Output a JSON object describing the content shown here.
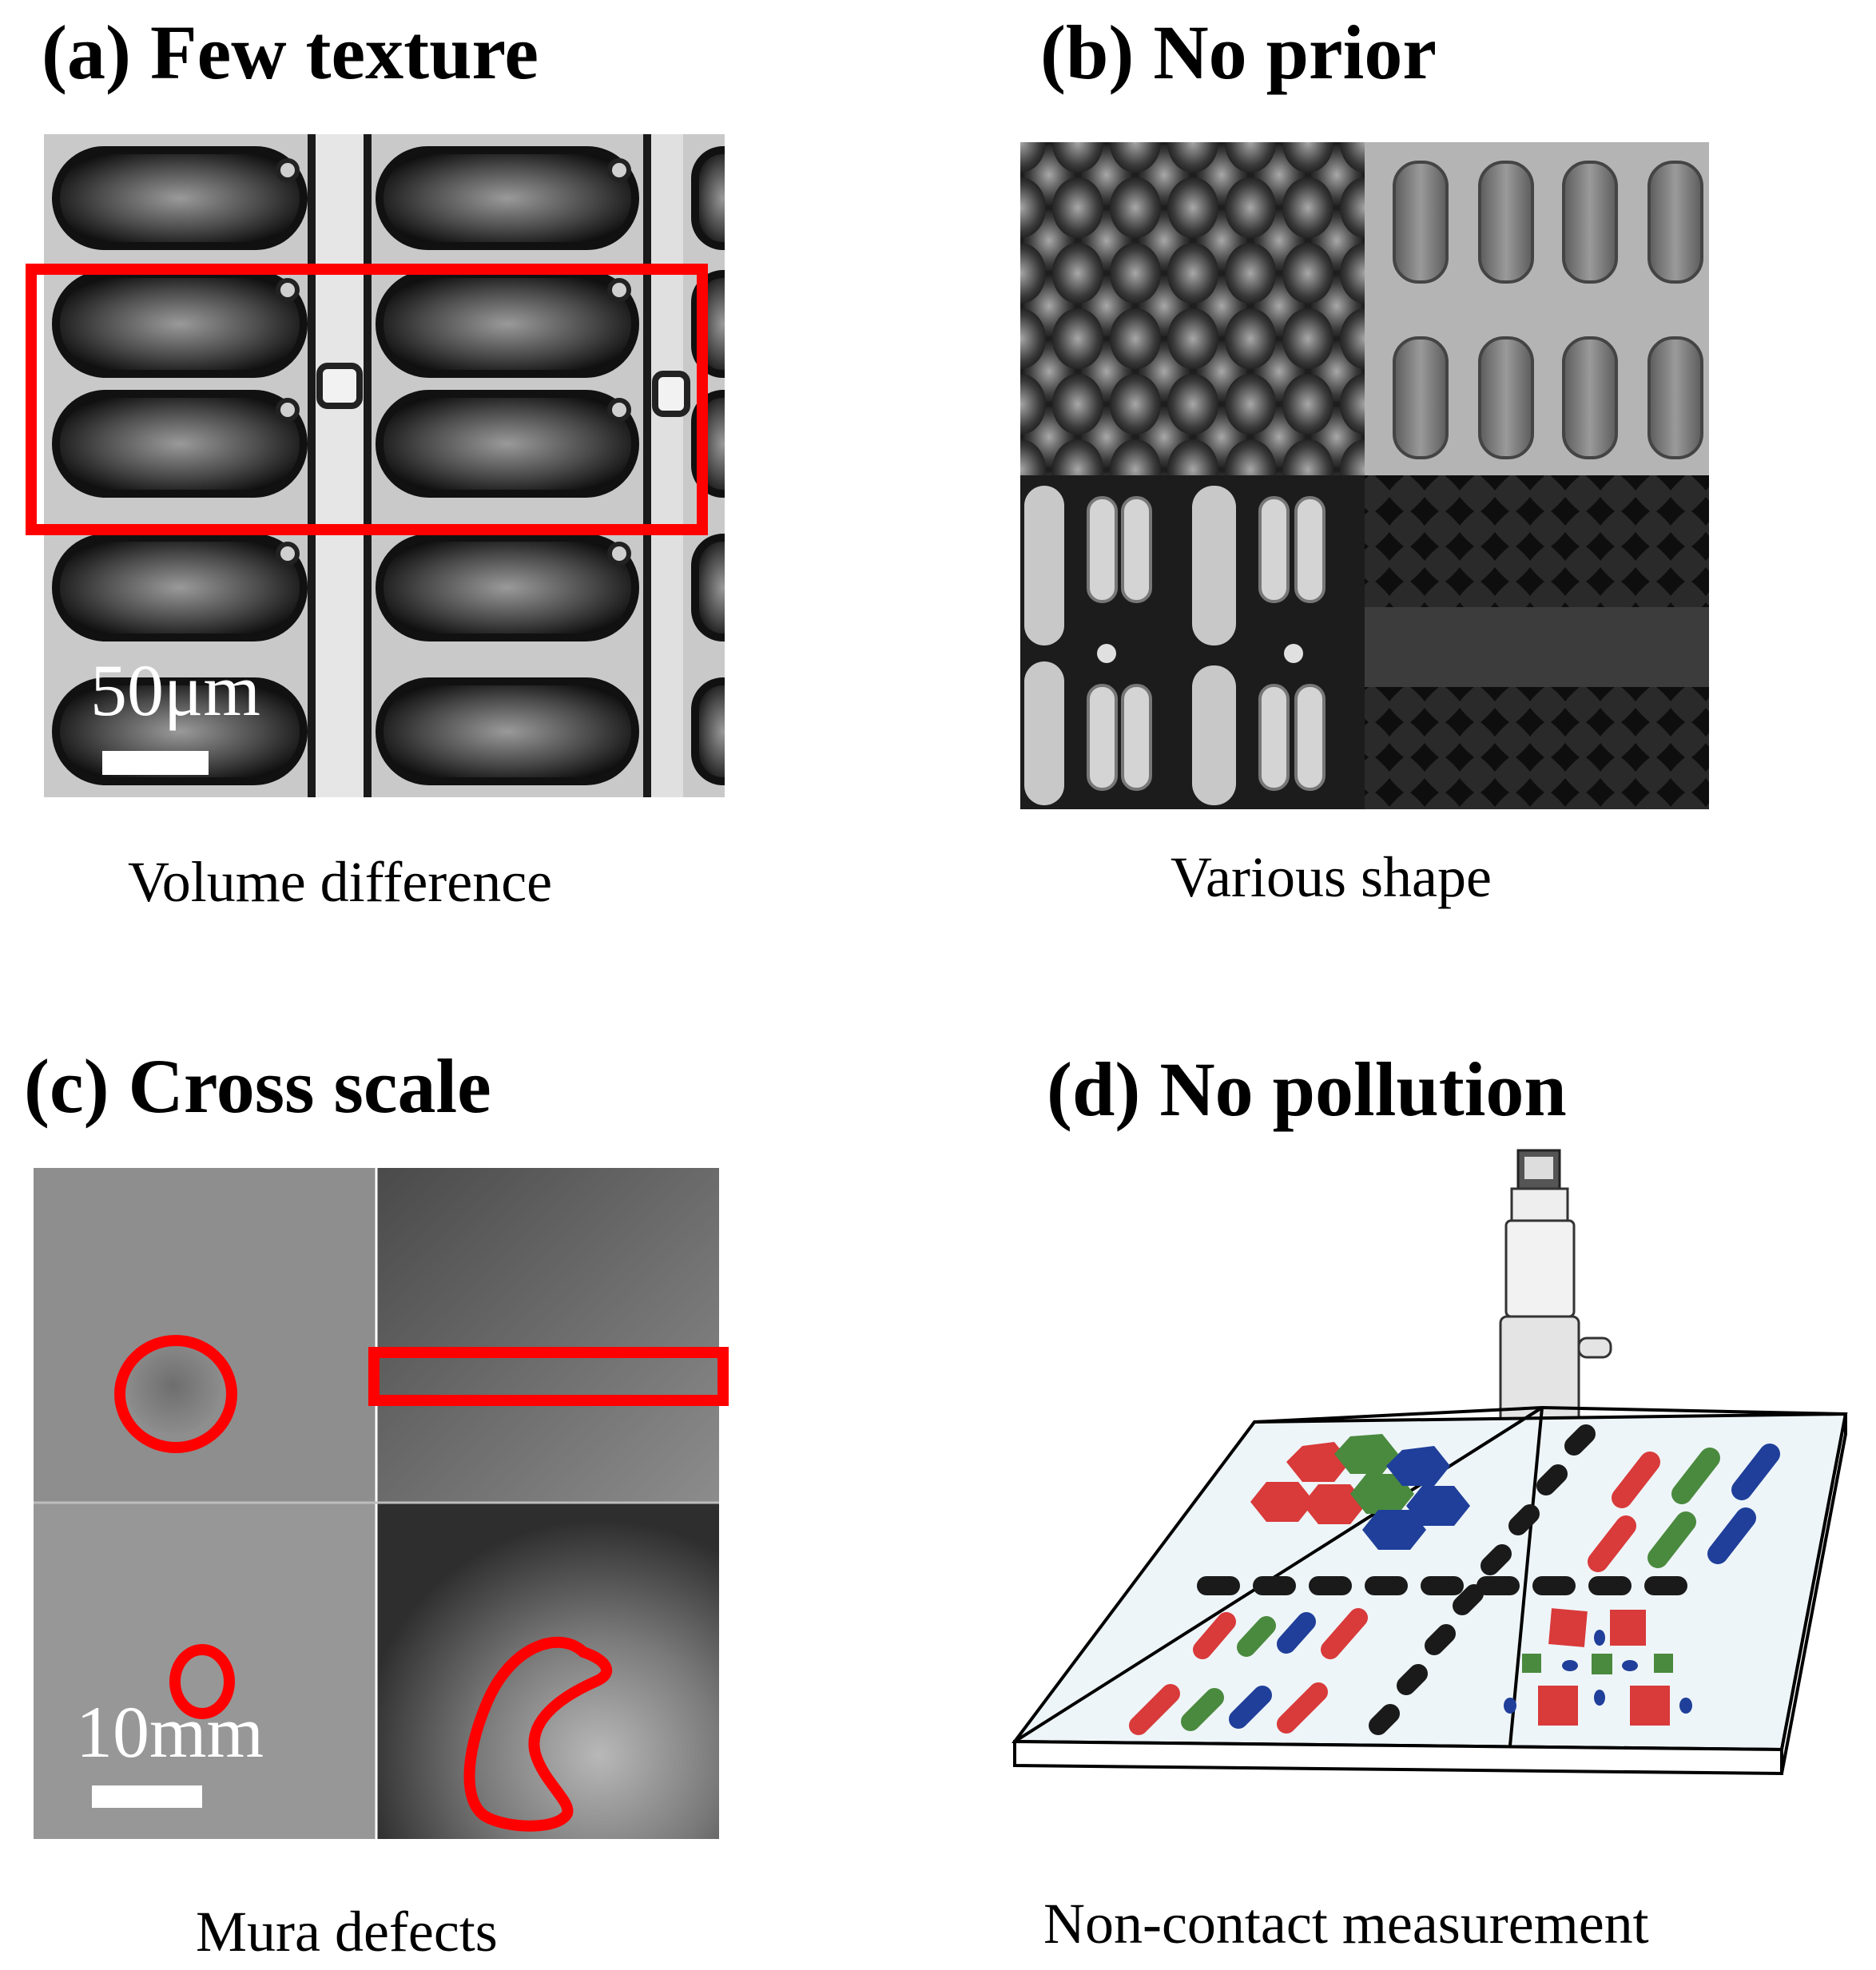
{
  "panels": {
    "a": {
      "title": "(a) Few texture",
      "caption": "Volume difference",
      "scale_label": "50μm"
    },
    "b": {
      "title": "(b)  No prior",
      "caption": "Various shape"
    },
    "c": {
      "title": "(c) Cross scale",
      "caption": "Mura defects",
      "scale_label": "10mm"
    },
    "d": {
      "title": "(d)  No pollution",
      "caption": "Non-contact measurement"
    }
  },
  "colors": {
    "highlight": "#ff0000",
    "pixel_red": "#d93a3a",
    "pixel_green": "#4a8a3e",
    "pixel_blue": "#1f3f9a",
    "stripe_dark": "#1a1a1a"
  }
}
